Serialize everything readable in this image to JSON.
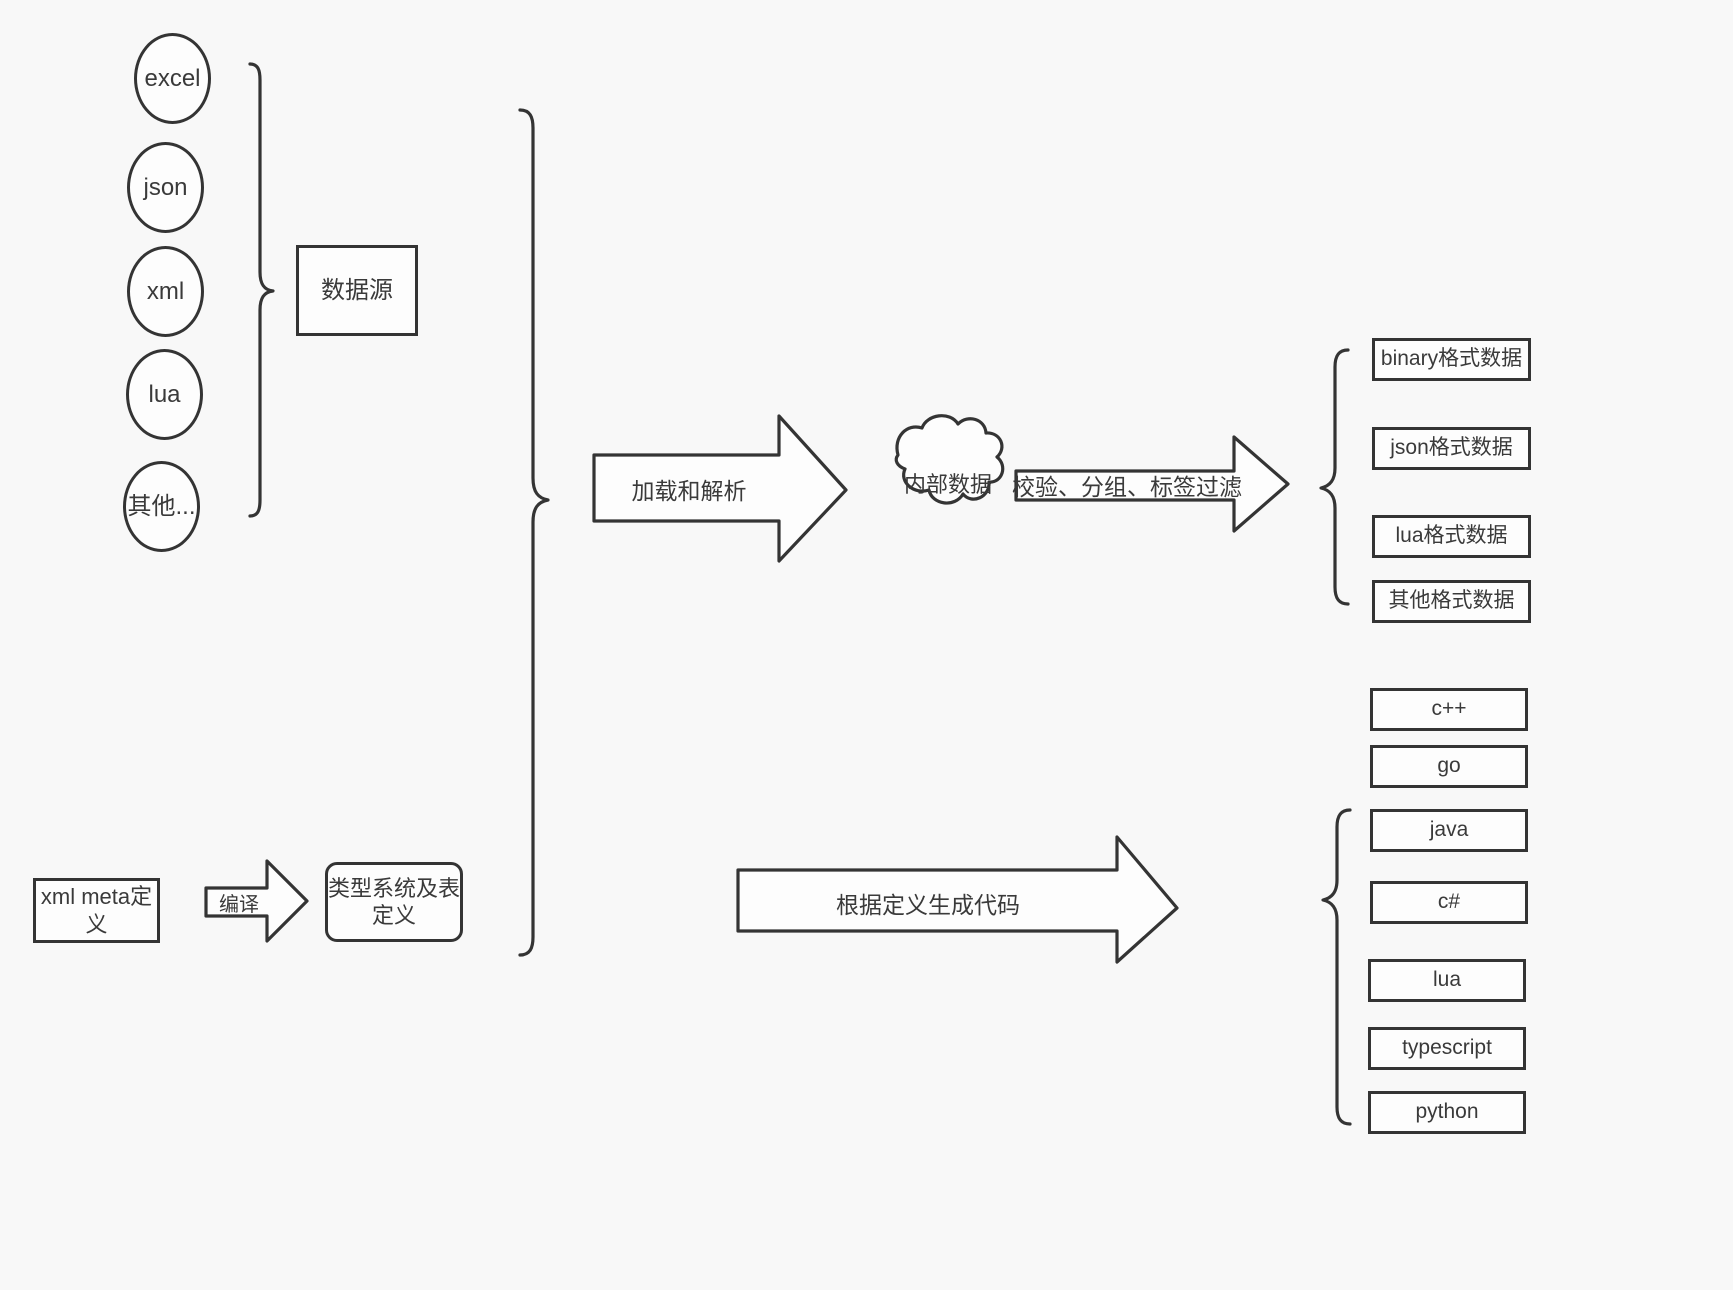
{
  "diagram": {
    "title": "data pipeline diagram",
    "colors": {
      "background": "#f8f8f8",
      "stroke": "#343434",
      "text": "#3a3a3a",
      "fill": "#fdfdfd"
    },
    "sources": {
      "group_label": "数据源",
      "items": [
        {
          "label": "excel"
        },
        {
          "label": "json"
        },
        {
          "label": "xml"
        },
        {
          "label": "lua"
        },
        {
          "label": "其他..."
        }
      ]
    },
    "meta": {
      "definition_label": "xml meta定义",
      "compile_label": "编译",
      "type_system_label": "类型系统及表\n定义"
    },
    "pipeline": {
      "load_parse_label": "加载和解析",
      "internal_data_label": "内部数据",
      "filter_label": "校验、分组、标签过滤",
      "codegen_label": "根据定义生成代码"
    },
    "outputs": {
      "formats": [
        {
          "label": "binary格式数据"
        },
        {
          "label": "json格式数据"
        },
        {
          "label": "lua格式数据"
        },
        {
          "label": "其他格式数据"
        }
      ],
      "languages": [
        {
          "label": "c++"
        },
        {
          "label": "go"
        },
        {
          "label": "java"
        },
        {
          "label": "c#"
        },
        {
          "label": "lua"
        },
        {
          "label": "typescript"
        },
        {
          "label": "python"
        }
      ]
    }
  }
}
